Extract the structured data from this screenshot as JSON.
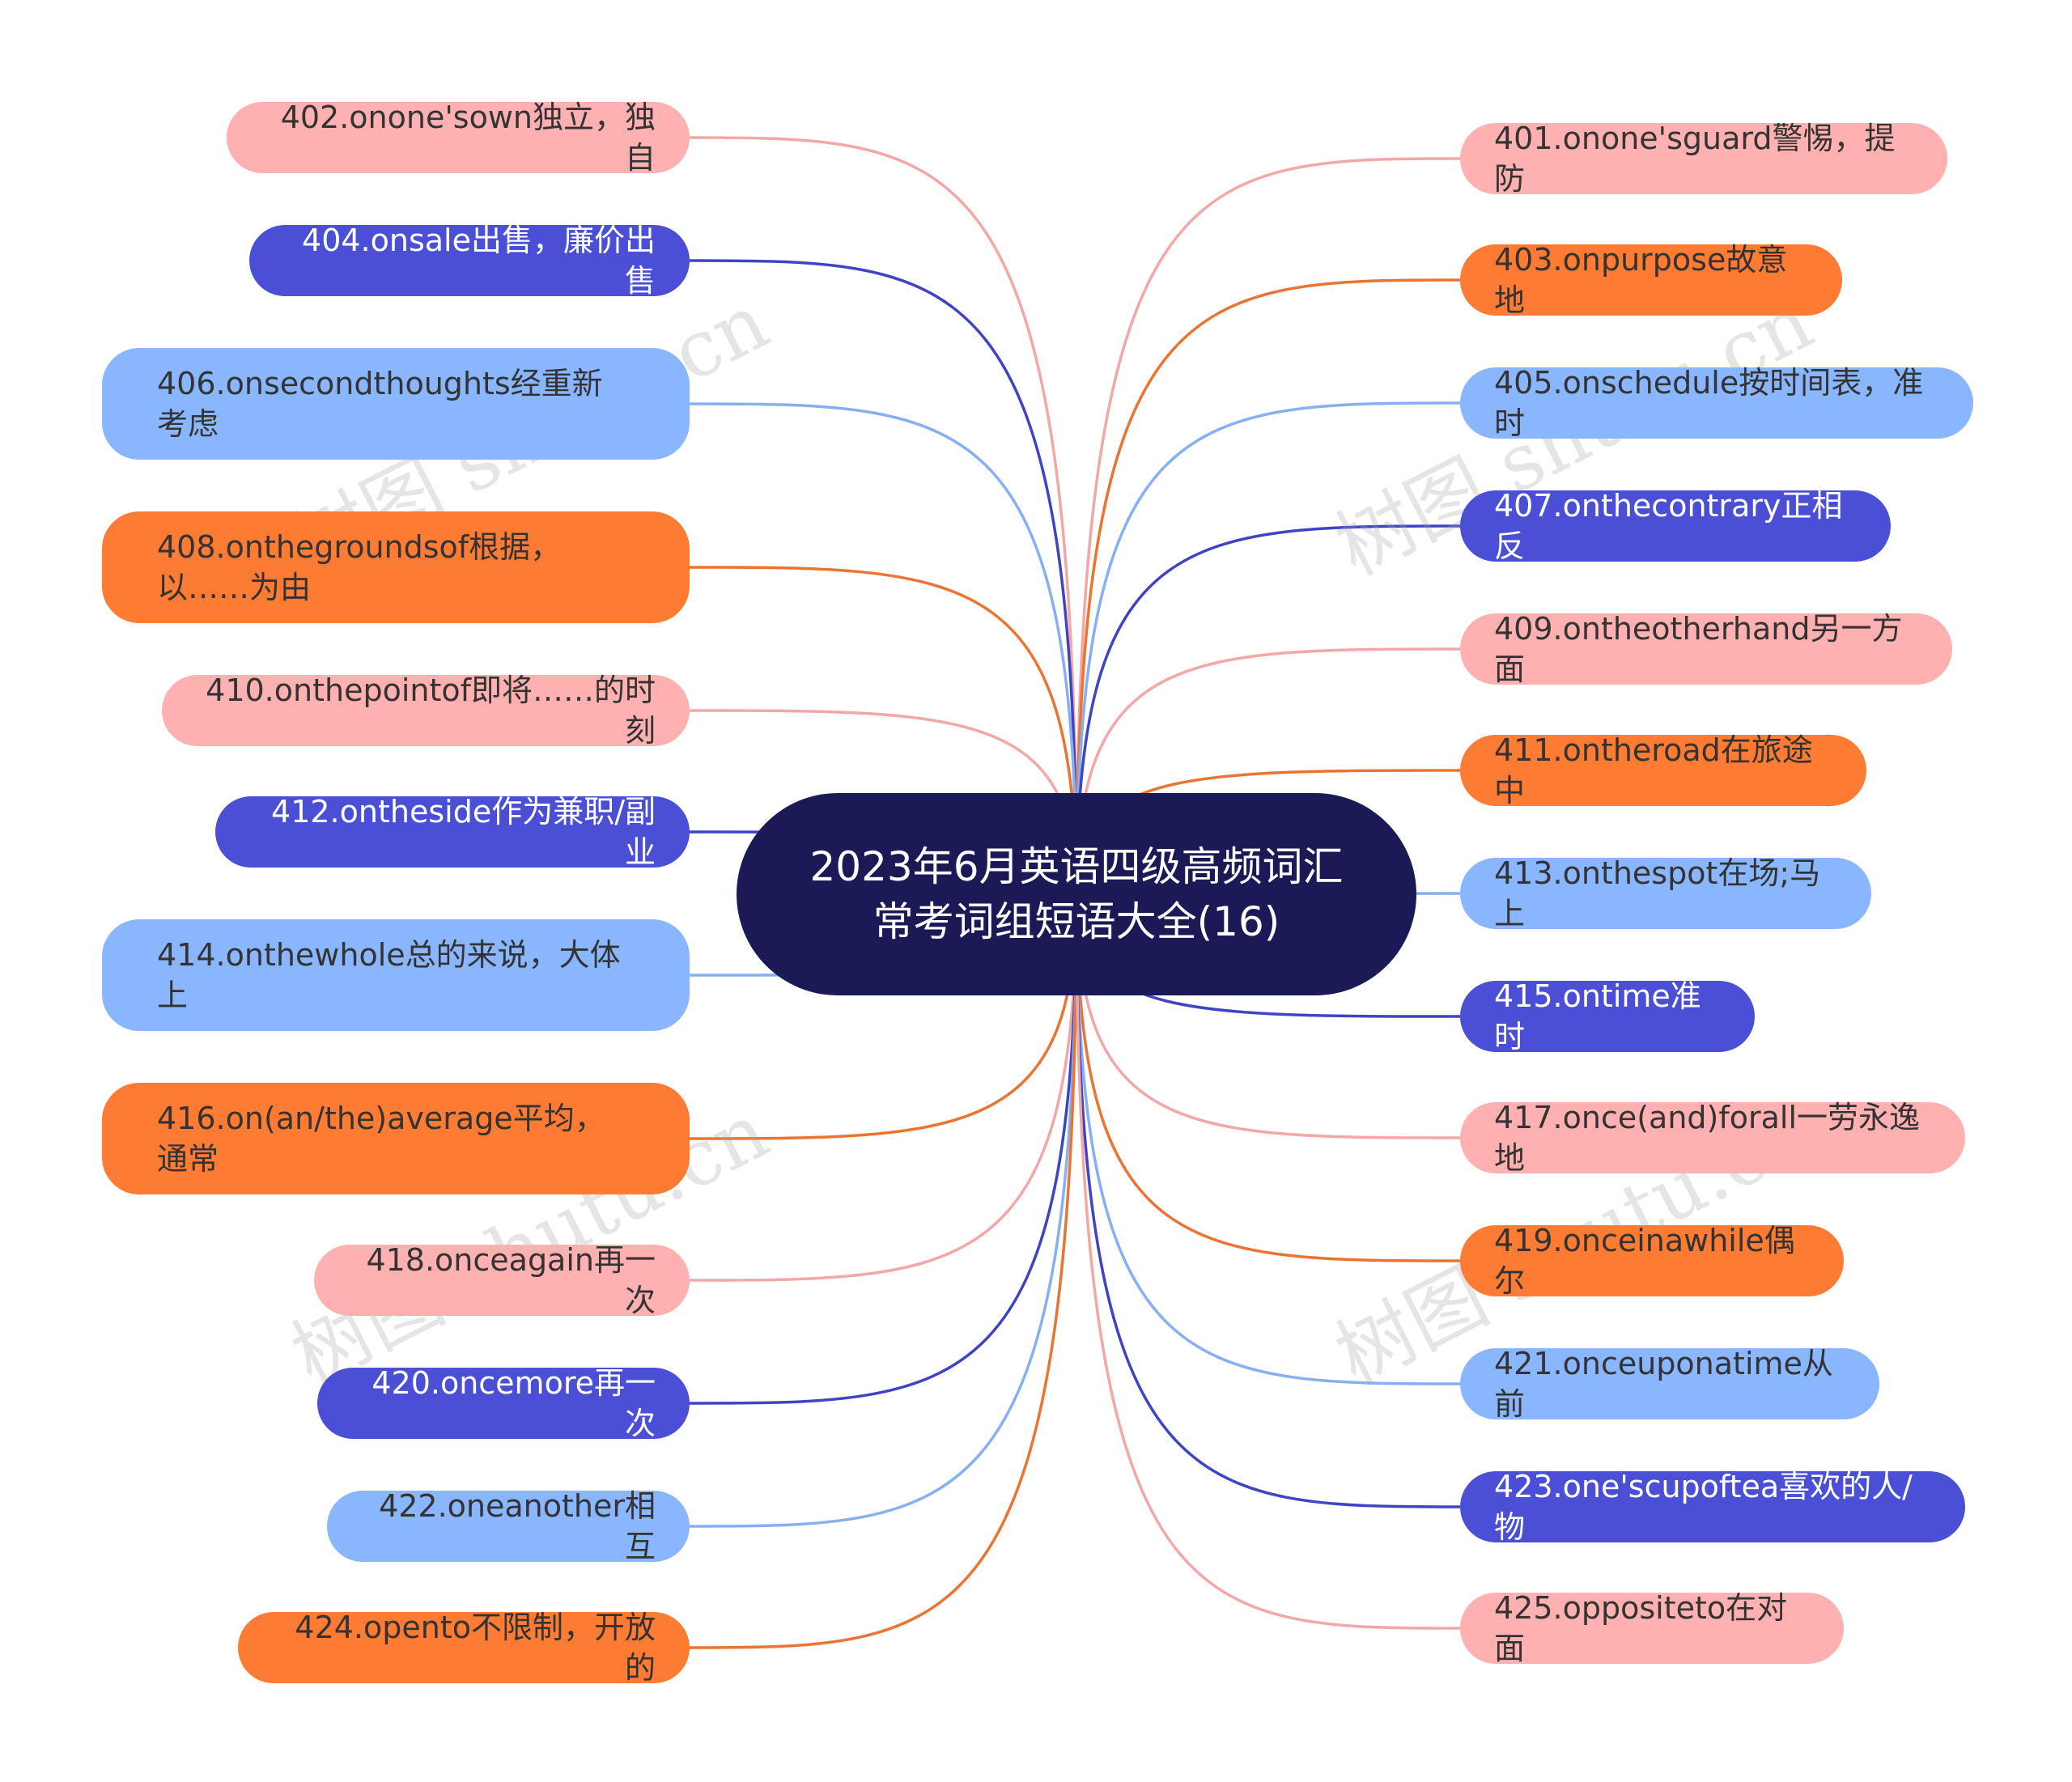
{
  "center_title": "2023年6月英语四级高频词汇常考词组短语大全(16)",
  "colors": {
    "pink": "#ffb1b1",
    "blue": "#4a4fd6",
    "light_blue": "#8ab6ff",
    "orange": "#fd7b33",
    "center": "#1b1a57"
  },
  "left_nodes": [
    {
      "text": "402.onone'sown独立，独自",
      "color": "pink"
    },
    {
      "text": "404.onsale出售，廉价出售",
      "color": "blue"
    },
    {
      "text": "406.onsecondthoughts经重新考虑",
      "color": "light_blue"
    },
    {
      "text": "408.onthegroundsof根据，以……为由",
      "color": "orange"
    },
    {
      "text": "410.onthepointof即将……的时刻",
      "color": "pink"
    },
    {
      "text": "412.ontheside作为兼职/副业",
      "color": "blue"
    },
    {
      "text": "414.onthewhole总的来说，大体上",
      "color": "light_blue"
    },
    {
      "text": "416.on(an/the)average平均，通常",
      "color": "orange"
    },
    {
      "text": "418.onceagain再一次",
      "color": "pink"
    },
    {
      "text": "420.oncemore再一次",
      "color": "blue"
    },
    {
      "text": "422.oneanother相互",
      "color": "light_blue"
    },
    {
      "text": "424.opento不限制，开放的",
      "color": "orange"
    }
  ],
  "right_nodes": [
    {
      "text": "401.onone'sguard警惕，提防",
      "color": "pink"
    },
    {
      "text": "403.onpurpose故意地",
      "color": "orange"
    },
    {
      "text": "405.onschedule按时间表，准时",
      "color": "light_blue"
    },
    {
      "text": "407.onthecontrary正相反",
      "color": "blue"
    },
    {
      "text": "409.ontheotherhand另一方面",
      "color": "pink"
    },
    {
      "text": "411.ontheroad在旅途中",
      "color": "orange"
    },
    {
      "text": "413.onthespot在场;马上",
      "color": "light_blue"
    },
    {
      "text": "415.ontime准时",
      "color": "blue"
    },
    {
      "text": "417.once(and)forall一劳永逸地",
      "color": "pink"
    },
    {
      "text": "419.onceinawhile偶尔",
      "color": "orange"
    },
    {
      "text": "421.onceuponatime从前",
      "color": "light_blue"
    },
    {
      "text": "423.one'scupoftea喜欢的人/物",
      "color": "blue"
    },
    {
      "text": "425.oppositeto在对面",
      "color": "pink"
    }
  ],
  "watermark": "树图 shutu.cn"
}
